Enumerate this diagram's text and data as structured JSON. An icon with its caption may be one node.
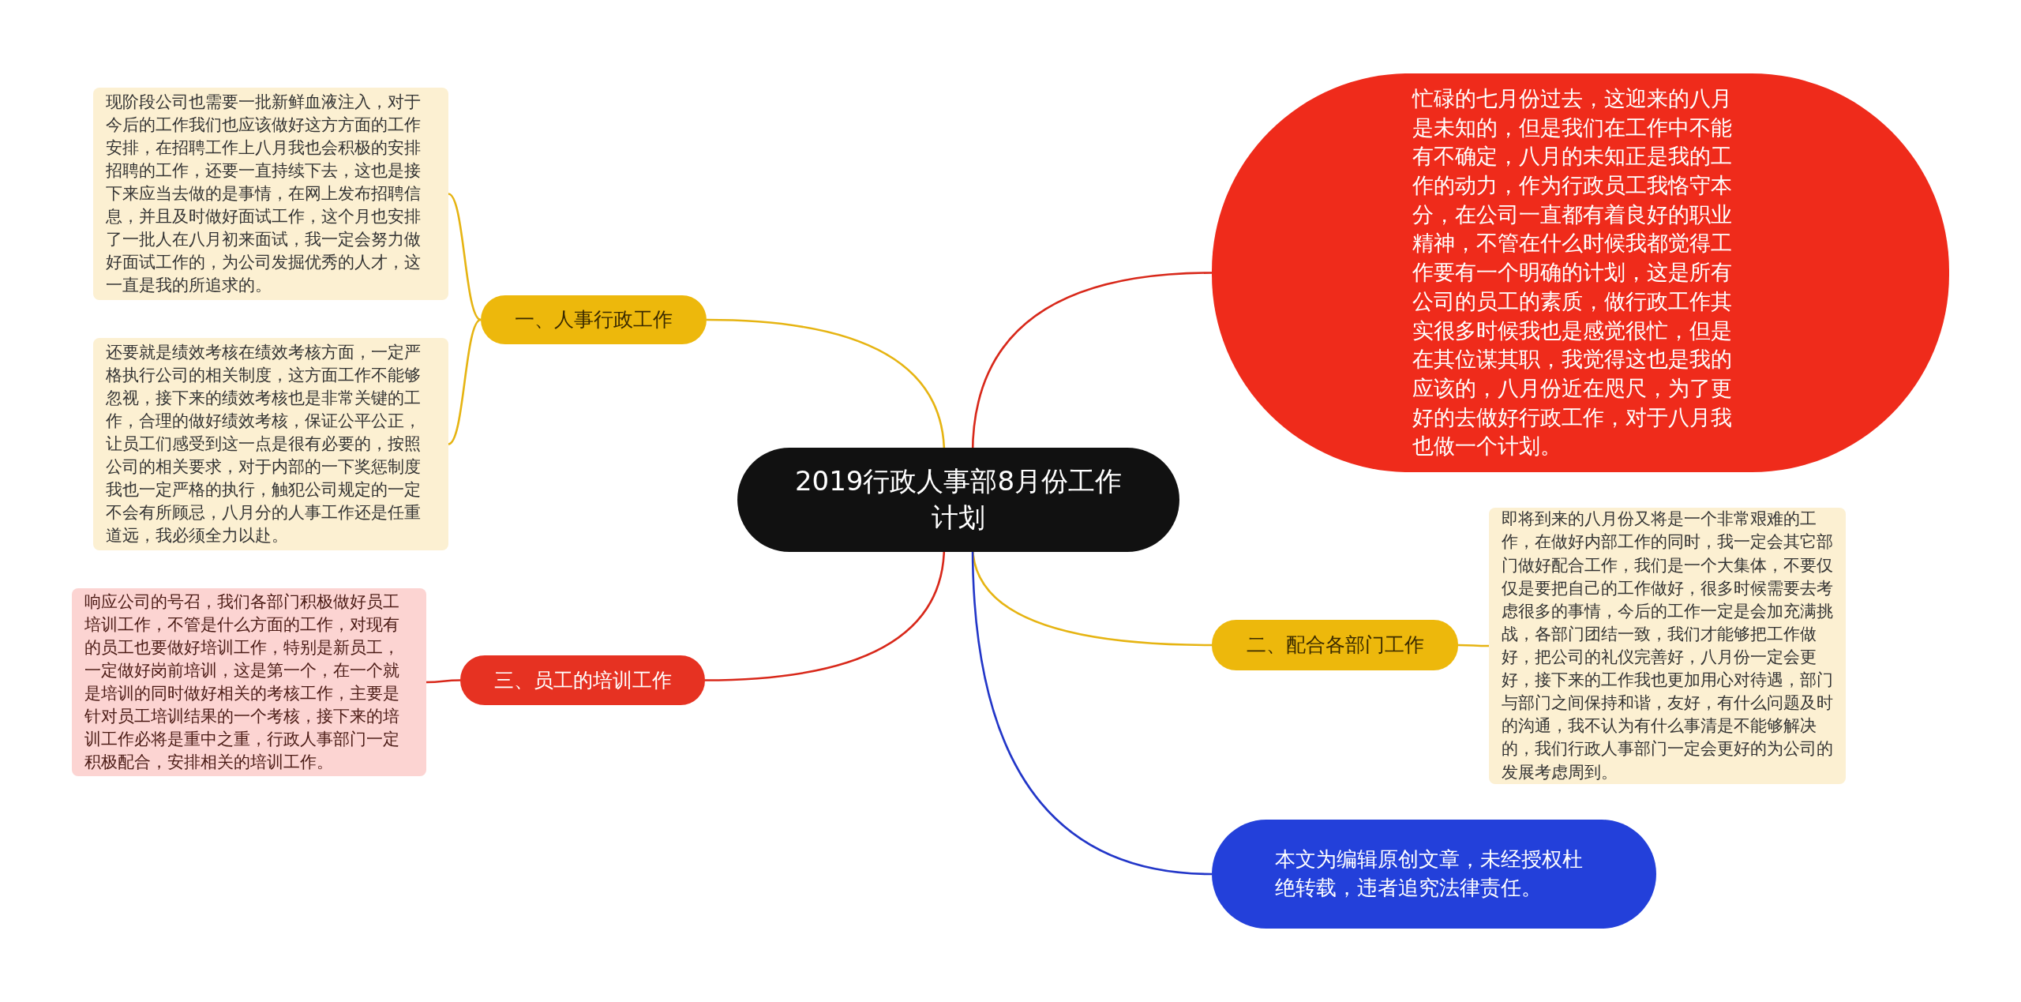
{
  "diagram": {
    "nodes": [
      {
        "text": [
          "2019行政人事部8月份工作计划"
        ]
      },
      {
        "text": [
          "一、人事行政工作"
        ]
      },
      {
        "text": [
          "现阶段公司也需要一批新鲜血液注入，对于今后的工作我们也应该做好这方方面的工作安排，在招聘工作上八月我也会积极的安排招聘的工作，还要一直持续下去，这也是接下来应当去做的是事情，在网上发布招聘信息，并且及时做好面试工作，这个月也安排了一批人在八月初来面试，我一定会努力做好面试工作的，为公司发掘优秀的人才，这一直是我的所追求的。"
        ]
      },
      {
        "text": [
          "还要就是绩效考核在绩效考核方面，一定严格执行公司的相关制度，这方面工作不能够忽视，接下来的绩效考核也是非常关键的工作，合理的做好绩效考核，保证公平公正，让员工们感受到这一点是很有必要的，按照公司的相关要求，对于内部的一下奖惩制度我也一定严格的执行，触犯公司规定的一定不会有所顾忌，八月分的人事工作还是任重道远，我必须全力以赴。"
        ]
      },
      {
        "text": [
          "三、员工的培训工作"
        ]
      },
      {
        "text": [
          "响应公司的号召，我们各部门积极做好员工培训工作，不管是什么方面的工作，对现有的员工也要做好培训工作，特别是新员工，一定做好岗前培训，这是第一个，在一个就是培训的同时做好相关的考核工作，主要是针对员工培训结果的一个考核，接下来的培训工作必将是重中之重，行政人事部门一定积极配合，安排相关的培训工作。"
        ]
      },
      {
        "text": [
          "忙碌的七月份过去，这迎来的八月是未知的，但是我们在工作中不能有不确定，八月的未知正是我的工作的动力，作为行政员工我恪守本分，在公司一直都有着良好的职业精神，不管在什么时候我都觉得工作要有一个明确的计划，这是所有公司的员工的素质，做行政工作其实很多时候我也是感觉很忙，但是在其位谋其职，我觉得这也是我的应该的，八月份近在咫尺，为了更好的去做好行政工作，对于八月我也做一个计划。"
        ]
      },
      {
        "text": [
          "二、配合各部门工作"
        ]
      },
      {
        "text": [
          "即将到来的八月份又将是一个非常艰难的工作，在做好内部工作的同时，我一定会其它部门做好配合工作，我们是一个大集体，不要仅仅是要把自己的工作做好，很多时候需要去考虑很多的事情，今后的工作一定是会加充满挑战，各部门团结一致，我们才能够把工作做好，把公司的礼仪完善好，八月份一定会更好，接下来的工作我也更加用心对待遇，部门与部门之间保持和谐，友好，有什么问题及时的沟通，我不认为有什么事清是不能够解决的，我们行政人事部门一定会更好的为公司的发展考虑周到。"
        ]
      },
      {
        "text": [
          "本文为编辑原创文章，未经授权杜绝转载，违者追究法律责任。"
        ]
      }
    ],
    "edges": [
      {
        "from": 0,
        "to": 1,
        "arrow": "none"
      },
      {
        "from": 1,
        "to": 2,
        "arrow": "none"
      },
      {
        "from": 1,
        "to": 3,
        "arrow": "none"
      },
      {
        "from": 0,
        "to": 4,
        "arrow": "none",
        "color": "#d8281a"
      },
      {
        "from": 4,
        "to": 5,
        "arrow": "none",
        "color": "#d8281a"
      },
      {
        "from": 0,
        "to": 6,
        "arrow": "none",
        "color": "#d8281a"
      },
      {
        "from": 0,
        "to": 7,
        "arrow": "none"
      },
      {
        "from": 7,
        "to": 8,
        "arrow": "none"
      },
      {
        "from": 0,
        "to": 9,
        "arrow": "none",
        "color": "#2236c8"
      }
    ]
  }
}
